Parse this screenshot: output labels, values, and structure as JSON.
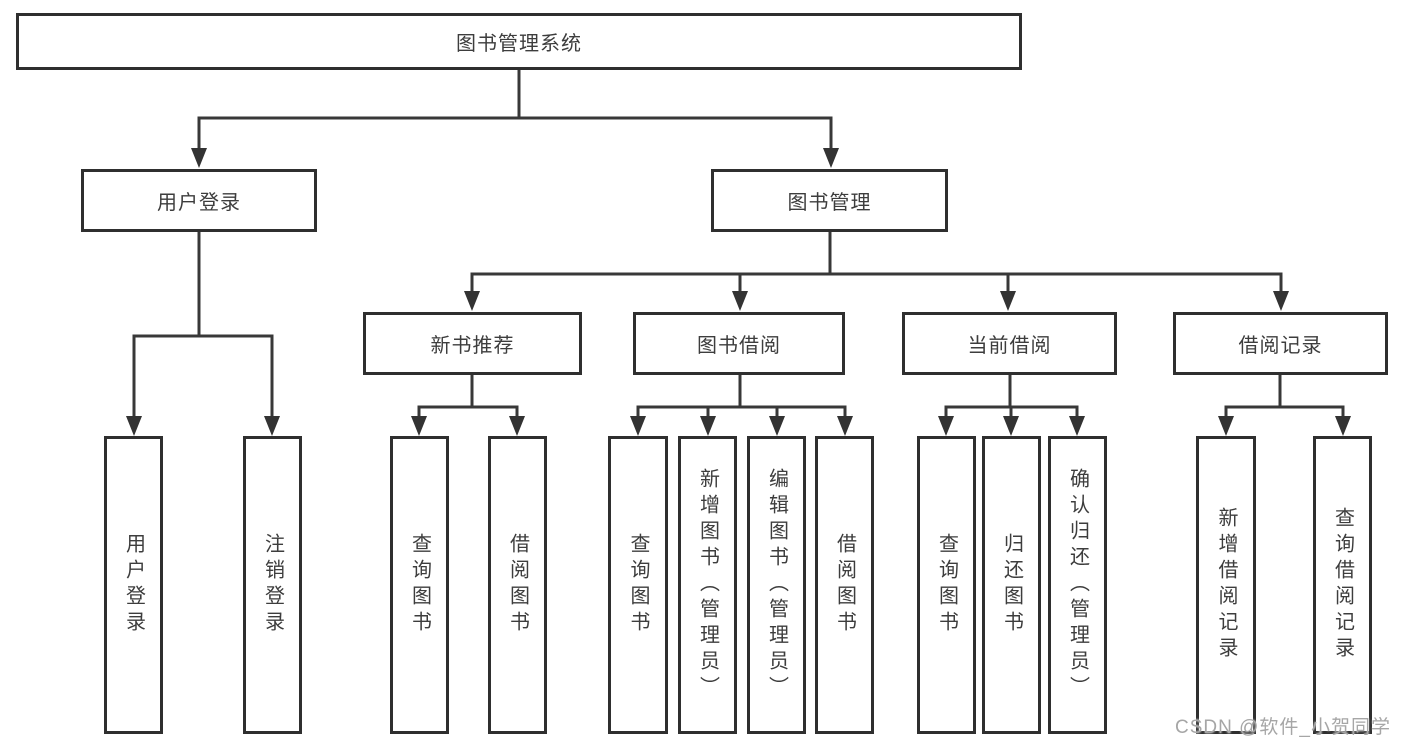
{
  "tree": {
    "root": {
      "label": "图书管理系统"
    },
    "branches": [
      {
        "label": "用户登录",
        "children": [
          {
            "label": "用户登录"
          },
          {
            "label": "注销登录"
          }
        ]
      },
      {
        "label": "图书管理",
        "groups": [
          {
            "label": "新书推荐",
            "children": [
              {
                "label": "查询图书"
              },
              {
                "label": "借阅图书"
              }
            ]
          },
          {
            "label": "图书借阅",
            "children": [
              {
                "label": "查询图书"
              },
              {
                "label": "新增图书（管理员）"
              },
              {
                "label": "编辑图书（管理员）"
              },
              {
                "label": "借阅图书"
              }
            ]
          },
          {
            "label": "当前借阅",
            "children": [
              {
                "label": "查询图书"
              },
              {
                "label": "归还图书"
              },
              {
                "label": "确认归还（管理员）"
              }
            ]
          },
          {
            "label": "借阅记录",
            "children": [
              {
                "label": "新增借阅记录"
              },
              {
                "label": "查询借阅记录"
              }
            ]
          }
        ]
      }
    ]
  },
  "watermark": {
    "text": "CSDN @软件_小贺同学"
  },
  "colors": {
    "line": "#383838",
    "border": "#2f2f2f",
    "text": "#3d3d3d",
    "watermark": "#a6a6a6",
    "background": "#ffffff"
  }
}
